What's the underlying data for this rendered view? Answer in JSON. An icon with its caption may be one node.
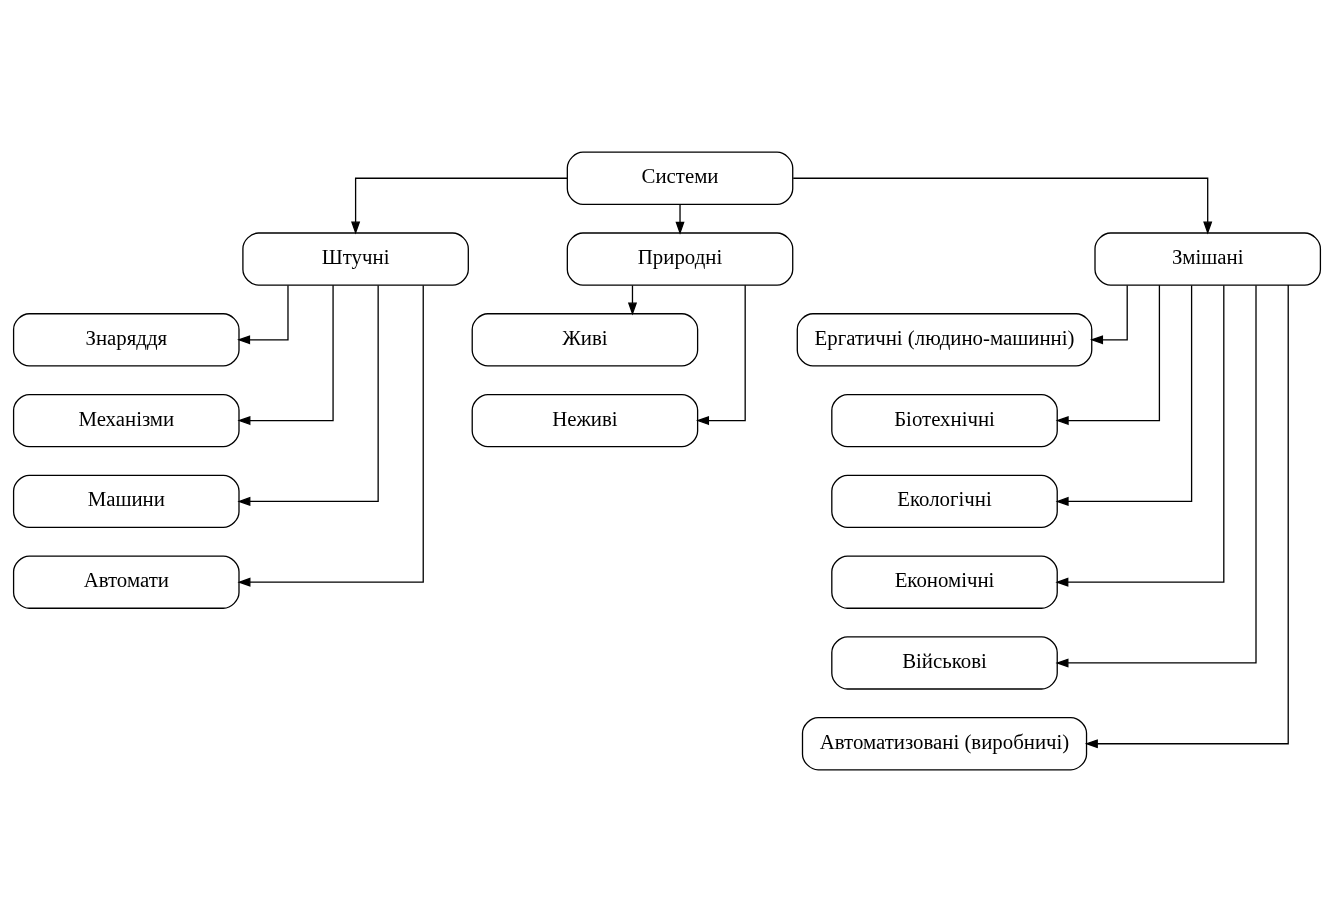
{
  "diagram": {
    "nodes": [
      {
        "text": [
          "Системи"
        ]
      },
      {
        "text": [
          "Штучні"
        ]
      },
      {
        "text": [
          "Природні"
        ]
      },
      {
        "text": [
          "Змішані"
        ]
      },
      {
        "text": [
          "Знаряддя"
        ]
      },
      {
        "text": [
          "Механізми"
        ]
      },
      {
        "text": [
          "Машини"
        ]
      },
      {
        "text": [
          "Автомати"
        ]
      },
      {
        "text": [
          "Живі"
        ]
      },
      {
        "text": [
          "Неживі"
        ]
      },
      {
        "text": [
          "Ергатичні (людино-машинні)"
        ]
      },
      {
        "text": [
          "Біотехнічні"
        ]
      },
      {
        "text": [
          "Екологічні"
        ]
      },
      {
        "text": [
          "Економічні"
        ]
      },
      {
        "text": [
          "Військові"
        ]
      },
      {
        "text": [
          "Автоматизовані (виробничі)"
        ]
      }
    ],
    "edges": [
      {
        "from": 0,
        "to": 1,
        "arrow": "to"
      },
      {
        "from": 0,
        "to": 2,
        "arrow": "to"
      },
      {
        "from": 0,
        "to": 3,
        "arrow": "to"
      },
      {
        "from": 1,
        "to": 4,
        "arrow": "to"
      },
      {
        "from": 1,
        "to": 5,
        "arrow": "to"
      },
      {
        "from": 1,
        "to": 6,
        "arrow": "to"
      },
      {
        "from": 1,
        "to": 7,
        "arrow": "to"
      },
      {
        "from": 2,
        "to": 8,
        "arrow": "to"
      },
      {
        "from": 2,
        "to": 9,
        "arrow": "to"
      },
      {
        "from": 3,
        "to": 10,
        "arrow": "to"
      },
      {
        "from": 3,
        "to": 11,
        "arrow": "to"
      },
      {
        "from": 3,
        "to": 12,
        "arrow": "to"
      },
      {
        "from": 3,
        "to": 13,
        "arrow": "to"
      },
      {
        "from": 3,
        "to": 14,
        "arrow": "to"
      },
      {
        "from": 3,
        "to": 15,
        "arrow": "to"
      }
    ]
  }
}
